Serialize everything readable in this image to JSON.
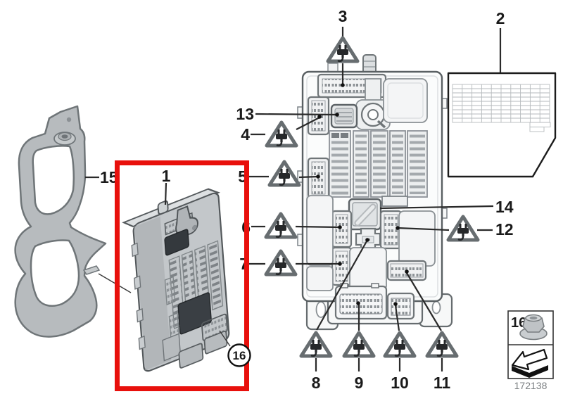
{
  "figure": {
    "type": "vehicle-parts-diagram",
    "subject": "junction-box-electronics-with-fuse-carrier",
    "doc_number": "172138",
    "highlight_color": "#e8100c",
    "outline_color": "#5a6063",
    "callouts": {
      "c1": "1",
      "c2": "2",
      "c3": "3",
      "c4": "4",
      "c5": "5",
      "c6": "6",
      "c7": "7",
      "c8": "8",
      "c9": "9",
      "c10": "10",
      "c11": "11",
      "c12": "12",
      "c13": "13",
      "c14": "14",
      "c15": "15",
      "c16": "16"
    },
    "legend": {
      "number": "16",
      "fastener_icon": "flange-nut",
      "direction_icon": "install-direction-arrow"
    },
    "icons": {
      "warning": "plug-connector-warning-triangle"
    }
  }
}
